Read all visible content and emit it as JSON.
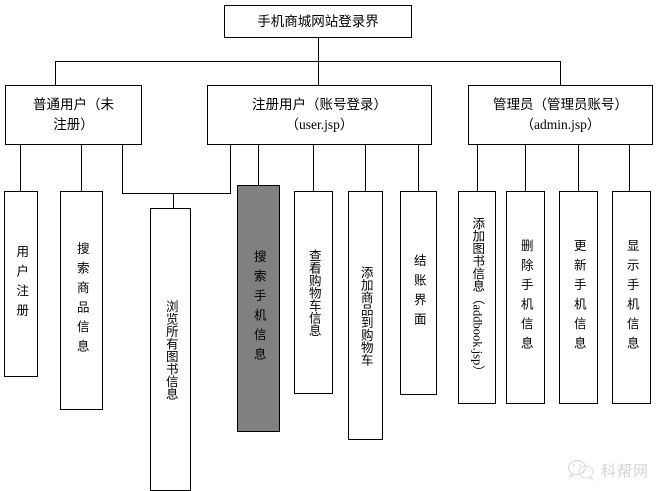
{
  "diagram": {
    "title_box": {
      "label": "手机商城网站登录界"
    },
    "level2": [
      {
        "id": "guest",
        "label": "普通用户（未\n注册）"
      },
      {
        "id": "member",
        "label": "注册用户（账号登录）\n（user.jsp）"
      },
      {
        "id": "admin",
        "label": "管理员（管理员账号）\n（admin.jsp）"
      }
    ],
    "leaves": [
      {
        "id": "register",
        "label": "用户注册",
        "style": "stacked",
        "highlight": false
      },
      {
        "id": "search-product-info",
        "label": "搜索商品信息",
        "style": "stacked",
        "highlight": false
      },
      {
        "id": "browse-all-books",
        "label": "浏览所有图书信息",
        "style": "rotated",
        "highlight": false
      },
      {
        "id": "search-phone-info",
        "label": "搜索手机信息",
        "style": "stacked",
        "highlight": true
      },
      {
        "id": "view-cart-info",
        "label": "查看购物车信息",
        "style": "rotated",
        "highlight": false
      },
      {
        "id": "add-product-to-cart",
        "label": "添加商品到购物车",
        "style": "rotated",
        "highlight": false
      },
      {
        "id": "checkout-page",
        "label": "结账界面",
        "style": "stacked",
        "highlight": false
      },
      {
        "id": "add-book-info",
        "label": "添加图书信息（addbook.jsp）",
        "style": "rotated",
        "highlight": false
      },
      {
        "id": "delete-phone-info",
        "label": "删除手机信息",
        "style": "stacked",
        "highlight": false
      },
      {
        "id": "update-phone-info",
        "label": "更新手机信息",
        "style": "stacked",
        "highlight": false
      },
      {
        "id": "display-phone-info",
        "label": "显示手机信息",
        "style": "stacked",
        "highlight": false
      }
    ],
    "colors": {
      "line": "#000000",
      "box_fill": "#ffffff",
      "highlight_fill": "#808080",
      "text": "#000000",
      "watermark": "#999999"
    }
  },
  "watermark": {
    "text": "科帮网",
    "icon": "wechat-icon"
  }
}
